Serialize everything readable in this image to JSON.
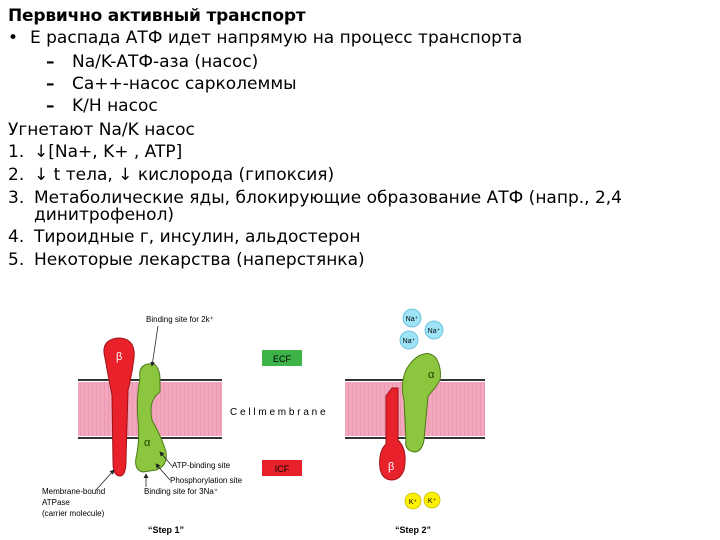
{
  "slide": {
    "title": "Первично активный транспорт",
    "bullet": "Е распада АТФ идет напрямую на процесс транспорта",
    "subitems": [
      "Na/K-АТФ-аза (насос)",
      "Ca++-насос сарколеммы",
      "K/H насос"
    ],
    "inhibit_header": "Угнетают Na/K насос",
    "list": [
      {
        "num": "1.",
        "text": "↓[Na+, K+ , ATP]"
      },
      {
        "num": "2.",
        "text": "↓ t тела, ↓ кислорода (гипоксия)"
      },
      {
        "num": "3.",
        "text": "Метаболические яды, блокирующие образование АТФ (напр., 2,4",
        "text2": "динитрофенол)"
      },
      {
        "num": "4.",
        "text": "Тироидные г, инсулин, альдостерон"
      },
      {
        "num": "5.",
        "text": "Некоторые лекарства (наперстянка)"
      }
    ]
  },
  "figure": {
    "ecf": "ECF",
    "icf": "ICF",
    "membrane": "C e l l   m e m b r a n e",
    "binding_k": "Binding site for 2k⁺",
    "atp_binding": "ATP-binding site",
    "phosphorylation": "Phosphorylation site",
    "binding_na": "Binding site for 3Na⁺",
    "membrane_bound": [
      "Membrane-bound",
      "ATPase",
      "(carrier molecule)"
    ],
    "beta": "β",
    "alpha": "α",
    "step1": "“Step 1”",
    "step2": "“Step 2”",
    "na_ions": [
      "Na⁺",
      "Na⁺",
      "Na⁺"
    ],
    "k_ions": [
      "K⁺",
      "K⁺"
    ],
    "colors": {
      "membrane": "#f2a7bd",
      "beta": "#e8212a",
      "alpha": "#8cc63f",
      "ecf": "#3db34a",
      "icf": "#e8212a",
      "na": "#9ee3f6",
      "k": "#fff200"
    }
  }
}
